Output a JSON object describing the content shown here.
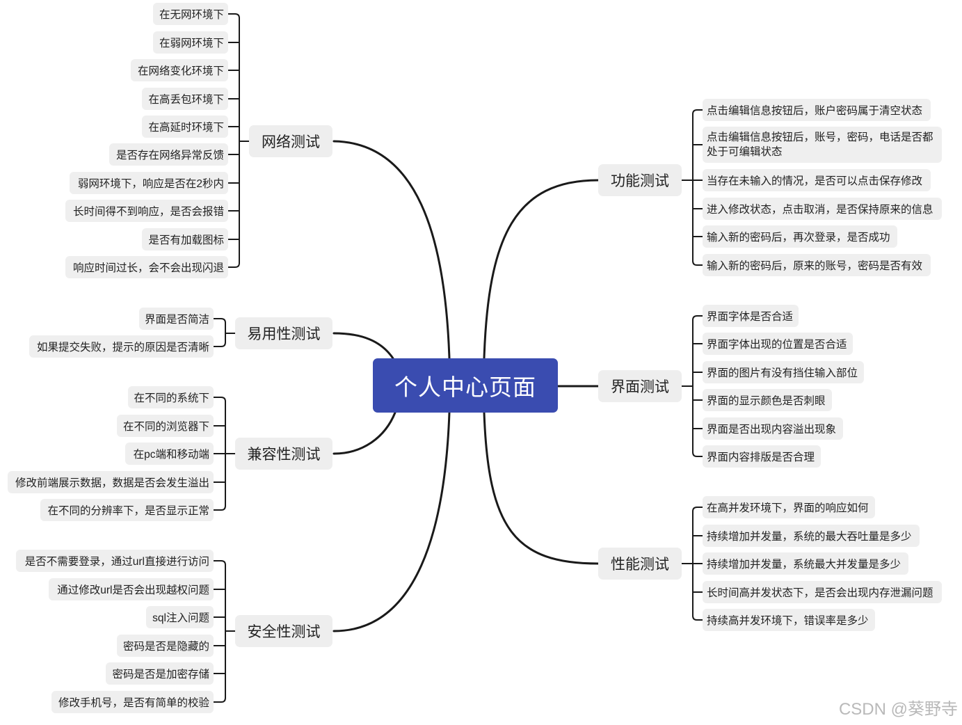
{
  "root": "个人中心页面",
  "branches": {
    "network": {
      "label": "网络测试",
      "items": [
        "在无网环境下",
        "在弱网环境下",
        "在网络变化环境下",
        "在高丢包环境下",
        "在高延时环境下",
        "是否存在网络异常反馈",
        "弱网环境下，响应是否在2秒内",
        "长时间得不到响应，是否会报错",
        "是否有加载图标",
        "响应时间过长，会不会出现闪退"
      ]
    },
    "usability": {
      "label": "易用性测试",
      "items": [
        "界面是否简洁",
        "如果提交失败，提示的原因是否清晰"
      ]
    },
    "compat": {
      "label": "兼容性测试",
      "items": [
        "在不同的系统下",
        "在不同的浏览器下",
        "在pc端和移动端",
        "修改前端展示数据，数据是否会发生溢出",
        "在不同的分辨率下，是否显示正常"
      ]
    },
    "security": {
      "label": "安全性测试",
      "items": [
        "是否不需要登录，通过url直接进行访问",
        "通过修改url是否会出现越权问题",
        "sql注入问题",
        "密码是否是隐藏的",
        "密码是否是加密存储",
        "修改手机号，是否有简单的校验"
      ]
    },
    "function": {
      "label": "功能测试",
      "items": [
        "点击编辑信息按钮后，账户密码属于清空状态",
        "点击编辑信息按钮后，账号，密码，电话是否都处于可编辑状态",
        "当存在未输入的情况，是否可以点击保存修改",
        "进入修改状态，点击取消，是否保持原来的信息",
        "输入新的密码后，再次登录，是否成功",
        "输入新的密码后，原来的账号，密码是否有效"
      ]
    },
    "ui": {
      "label": "界面测试",
      "items": [
        "界面字体是否合适",
        "界面字体出现的位置是否合适",
        "界面的图片有没有挡住输入部位",
        "界面的显示颜色是否刺眼",
        "界面是否出现内容溢出现象",
        "界面内容排版是否合理"
      ]
    },
    "perf": {
      "label": "性能测试",
      "items": [
        "在高并发环境下，界面的响应如何",
        "持续增加并发量，系统的最大吞吐量是多少",
        "持续增加并发量，系统最大并发量是多少",
        "长时间高并发状态下，是否会出现内存泄漏问题",
        "持续高并发环境下，错误率是多少"
      ]
    }
  },
  "watermark": "CSDN @葵野寺"
}
